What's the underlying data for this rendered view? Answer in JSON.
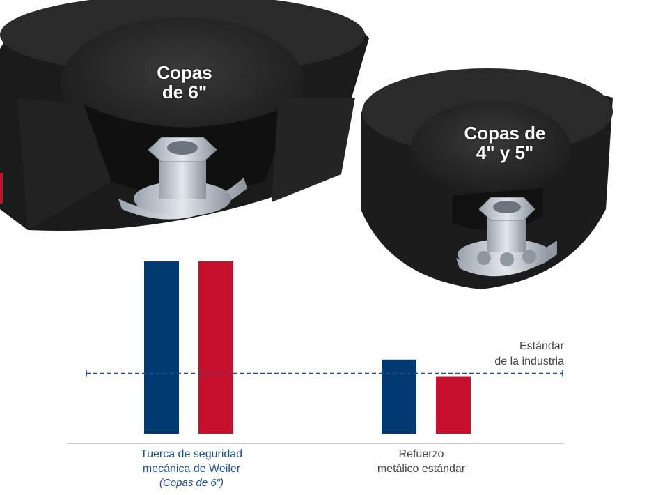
{
  "images": {
    "cup_6": {
      "label": "Copas\nde 6\""
    },
    "cup_4_5": {
      "label": "Copas de\n4\" y 5\""
    }
  },
  "chart_data": {
    "type": "bar",
    "categories": [
      "Tuerca de seguridad\nmecánica de Weiler",
      "Refuerzo\nmetálico estándar"
    ],
    "category_subtitles": [
      "(Copas de 6\")",
      ""
    ],
    "series": [
      {
        "color": "#003a70",
        "values": [
          100,
          43
        ]
      },
      {
        "color": "#c8102e",
        "values": [
          100,
          33
        ]
      }
    ],
    "reference_line": {
      "label": "Estándar\nde la industria",
      "value": 35,
      "color": "#1f4f8a"
    },
    "ylim": [
      0,
      100
    ],
    "xlabel": "",
    "ylabel": ""
  }
}
